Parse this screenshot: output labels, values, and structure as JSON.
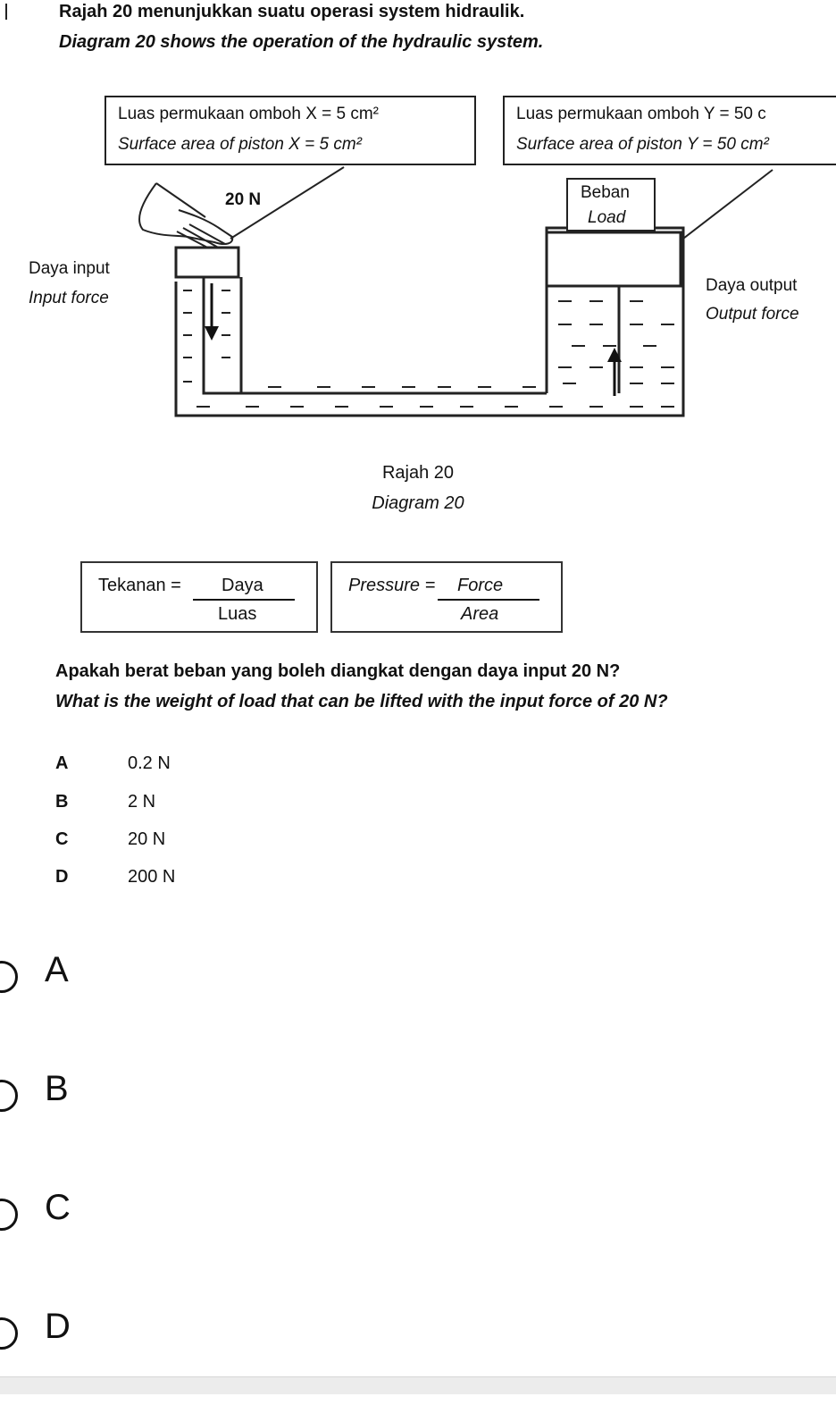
{
  "question": {
    "title_ms": "Rajah 20 menunjukkan suatu operasi system hidraulik.",
    "title_en": "Diagram 20 shows the operation of the hydraulic system.",
    "prompt_ms": "Apakah berat beban yang boleh diangkat dengan daya input 20 N?",
    "prompt_en": "What is the weight of load that can be lifted with the input force of 20 N?"
  },
  "diagram": {
    "pistonX_ms": "Luas permukaan omboh X = 5 cm²",
    "pistonX_en": "Surface area of piston X = 5 cm²",
    "pistonY_ms": "Luas permukaan omboh Y = 50 c",
    "pistonY_en": "Surface area of piston Y = 50 cm²",
    "force_label": "20 N",
    "load_ms": "Beban",
    "load_en": "Load",
    "input_ms": "Daya input",
    "input_en": "Input force",
    "output_ms": "Daya output",
    "output_en": "Output force",
    "caption_ms": "Rajah 20",
    "caption_en": "Diagram 20"
  },
  "formula": {
    "ms_left": "Tekanan =",
    "ms_num": "Daya",
    "ms_den": "Luas",
    "en_left": "Pressure =",
    "en_num": "Force",
    "en_den": "Area"
  },
  "options": [
    {
      "letter": "A",
      "value": "0.2 N"
    },
    {
      "letter": "B",
      "value": "2 N"
    },
    {
      "letter": "C",
      "value": "20 N"
    },
    {
      "letter": "D",
      "value": "200 N"
    }
  ],
  "answers": [
    "A",
    "B",
    "C",
    "D"
  ]
}
